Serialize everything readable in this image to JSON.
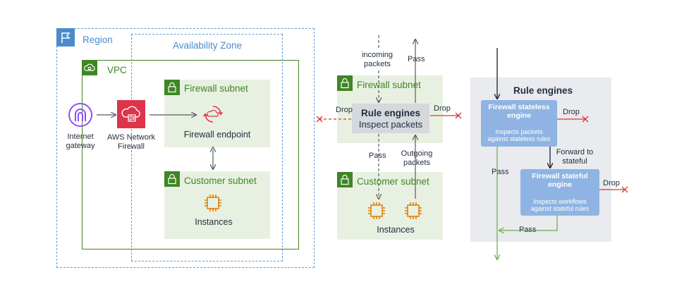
{
  "left_diagram": {
    "region_label": "Region",
    "az_label": "Availability Zone",
    "vpc_label": "VPC",
    "firewall_subnet_label": "Firewall subnet",
    "customer_subnet_label": "Customer subnet",
    "internet_gateway_label_1": "Internet",
    "internet_gateway_label_2": "gateway",
    "network_firewall_label_1": "AWS Network",
    "network_firewall_label_2": "Firewall",
    "firewall_endpoint_label": "Firewall endpoint",
    "instances_label": "Instances"
  },
  "middle_diagram": {
    "incoming_label_1": "incoming",
    "incoming_label_2": "packets",
    "pass_top_label": "Pass",
    "firewall_subnet_label": "Firewall subnet",
    "drop_left_label": "Drop",
    "drop_right_label": "Drop",
    "rule_engines_title": "Rule engines",
    "rule_engines_subtitle": "Inspect packets",
    "pass_bottom_label": "Pass",
    "outgoing_label_1": "Outgoing",
    "outgoing_label_2": "packets",
    "customer_subnet_label": "Customer subnet",
    "instances_label": "Instances"
  },
  "right_diagram": {
    "title": "Rule engines",
    "stateless_title_1": "Firewall stateless",
    "stateless_title_2": "engine",
    "stateless_body_1": "Inspects packets",
    "stateless_body_2": "against stateless rules",
    "drop_1_label": "Drop",
    "forward_label_1": "Forward to",
    "forward_label_2": "stateful",
    "pass_left_label": "Pass",
    "stateful_title_1": "Firewall stateful",
    "stateful_title_2": "engine",
    "stateful_body_1": "Inspects workflows",
    "stateful_body_2": "against stateful rules",
    "drop_2_label": "Drop",
    "pass_bottom_label": "Pass"
  },
  "colors": {
    "aws_green": "#3f8624",
    "aws_blue": "#4a8bcb",
    "aws_red": "#dd344c",
    "drop_red": "#e0352b",
    "gateway_purple": "#8c4fff",
    "ec2_orange": "#e07b00",
    "subnet_fill": "#e8f1e1",
    "engine_blue": "#8fb4e3"
  }
}
